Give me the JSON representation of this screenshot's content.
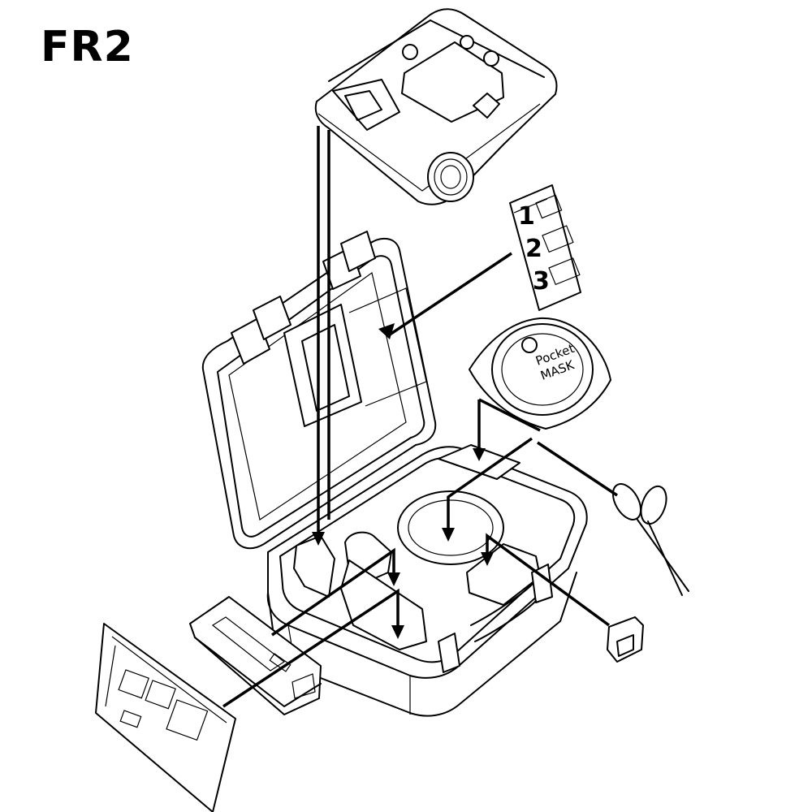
{
  "title": "FR2",
  "card": {
    "steps": [
      "1",
      "2",
      "3"
    ]
  },
  "mask": {
    "line1": "Pocket",
    "line2": "MASK"
  },
  "colors": {
    "ink": "#000000",
    "background": "#ffffff"
  }
}
